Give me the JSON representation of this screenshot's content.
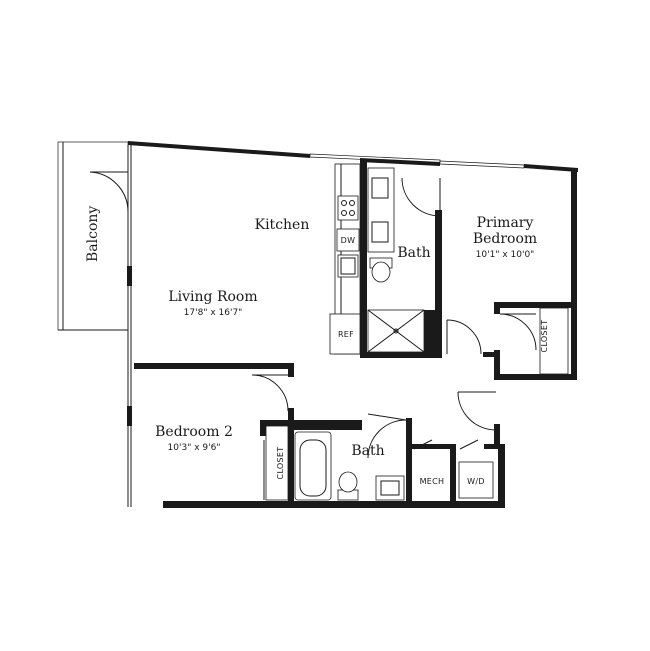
{
  "rooms": {
    "kitchen": {
      "label": "Kitchen"
    },
    "living_room": {
      "label": "Living Room",
      "dims": "17'8\" x 16'7\""
    },
    "primary_bedroom": {
      "label_line1": "Primary",
      "label_line2": "Bedroom",
      "dims": "10'1\" x 10'0\""
    },
    "bedroom_2": {
      "label": "Bedroom 2",
      "dims": "10'3\" x 9'6\""
    },
    "bath_upper": {
      "label": "Bath"
    },
    "bath_lower": {
      "label": "Bath"
    },
    "balcony": {
      "label": "Balcony"
    }
  },
  "fixtures": {
    "dishwasher": "DW",
    "refrigerator": "REF",
    "mechanical": "MECH",
    "washer_dryer": "W/D",
    "closet_primary": "CLOSET",
    "closet_bedroom2": "CLOSET"
  }
}
